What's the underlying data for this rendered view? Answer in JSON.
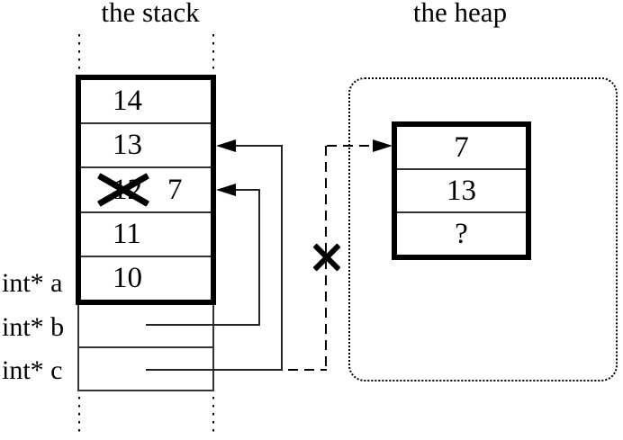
{
  "titles": {
    "stack": "the stack",
    "heap": "the heap"
  },
  "stack": {
    "frame_cells": [
      {
        "value": "14"
      },
      {
        "value": "13"
      },
      {
        "value": "12",
        "crossed_out": true,
        "new_value": "7"
      },
      {
        "value": "11"
      },
      {
        "value": "10"
      }
    ],
    "pointer_labels": [
      {
        "label": "int* a"
      },
      {
        "label": "int* b"
      },
      {
        "label": "int* c"
      }
    ]
  },
  "heap": {
    "cells": [
      {
        "value": "7"
      },
      {
        "value": "13"
      },
      {
        "value": "?"
      }
    ]
  },
  "colors": {
    "ink": "#000000",
    "thin_line": "#333333",
    "background": "#ffffff"
  }
}
